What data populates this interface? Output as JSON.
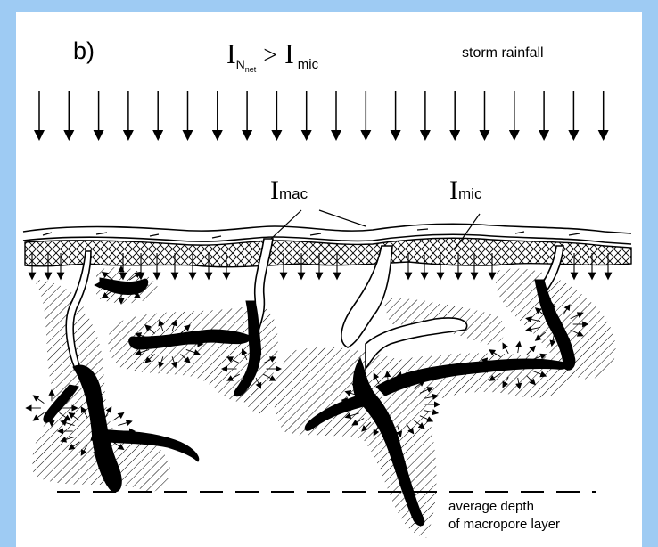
{
  "panel_label": "b)",
  "equation": {
    "lhs_symbol": "I",
    "lhs_sub": "N",
    "lhs_subsub": "net",
    "operator": ">",
    "rhs_symbol": "I",
    "rhs_sub": "mic"
  },
  "storm_label": "storm rainfall",
  "labels": {
    "mac_symbol": "I",
    "mac_sub": "mac",
    "mic_symbol": "I",
    "mic_sub": "mic"
  },
  "depth_label": {
    "line1": "average depth",
    "line2": "of macropore layer"
  },
  "colors": {
    "background": "#9ecbf3",
    "panel": "#ffffff",
    "ink": "#000000"
  }
}
